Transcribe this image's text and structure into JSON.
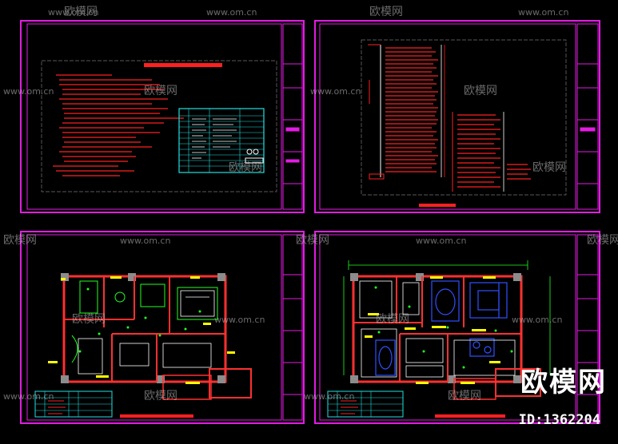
{
  "watermark": {
    "site_url": "www.om.cn",
    "brand": "欧模网",
    "logo_text": "欧模网",
    "id_label": "ID:1362204"
  },
  "sheets": [
    {
      "caption": ""
    },
    {
      "caption": ""
    },
    {
      "caption": ""
    },
    {
      "caption": ""
    }
  ],
  "colors": {
    "background": "#000000",
    "frame": "#e21ce2",
    "text_red": "#ff2020",
    "table_cyan": "#20e0e0",
    "wall_red": "#ff3030",
    "wall_fill": "#8c8c8c",
    "yellow": "#ffff00",
    "green": "#20ff20",
    "blue": "#3050ff",
    "white": "#ffffff"
  }
}
